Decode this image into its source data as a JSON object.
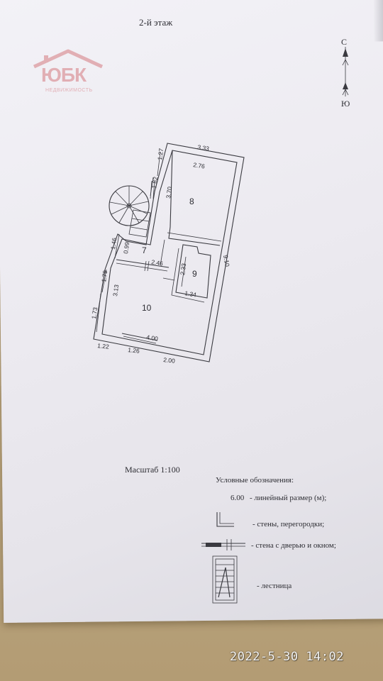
{
  "page": {
    "title": "2-й этаж",
    "scale": "Масштаб 1:100",
    "timestamp": "2022-5-30 14:02"
  },
  "watermark": {
    "main": "ЮБК",
    "sub": "НЕДВИЖИМОСТЬ"
  },
  "compass": {
    "north": "С",
    "south": "Ю"
  },
  "rooms": {
    "r7": "7",
    "r8": "8",
    "r9": "9",
    "r10": "10"
  },
  "dimensions": {
    "top_width": "3.33",
    "top_left_1": "1.27",
    "room8_inner_width": "2.76",
    "left_1": "1.82",
    "room8_height": "3.70",
    "overall_height": "9.10",
    "left_2": "1.46",
    "room7_height": "0.99",
    "room7_width": "2.46",
    "room9_height": "2.33",
    "room9_width": "1.34",
    "left_3": "1.79",
    "room10_height": "3.13",
    "left_4": "1.73",
    "room10_width": "4.00",
    "bottom_1": "1.22",
    "bottom_2": "1.26",
    "bottom_3": "2.00"
  },
  "legend": {
    "title": "Условные обозначения:",
    "dim_value": "6.00",
    "dim_text": "- линейный размер (м);",
    "walls_text": "- стены, перегородки;",
    "door_text": "- стена с дверью и окном;",
    "stairs_text": "- лестница"
  },
  "colors": {
    "ink": "#2d2d33",
    "paper": "#eceaf0",
    "watermark": "#c9474d",
    "table": "#b9a57f"
  }
}
